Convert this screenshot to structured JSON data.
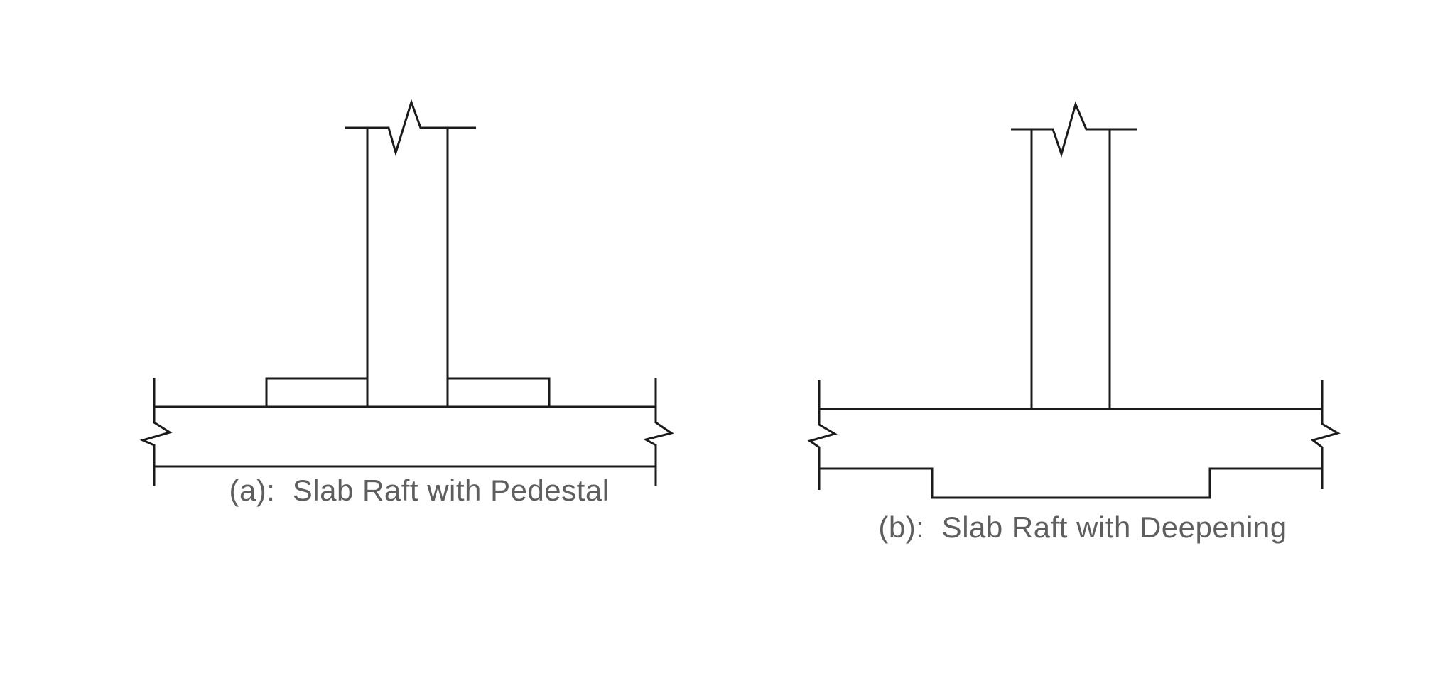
{
  "colors": {
    "background": "#ffffff",
    "line": "#1b1b1b",
    "caption_text": "#5e5e5e"
  },
  "figures": [
    {
      "label": "(a)",
      "caption": "(a):  Slab Raft with Pedestal",
      "elements": [
        "column-break-symbol",
        "column",
        "pedestal",
        "raft-slab",
        "slab-end-break-symbols"
      ]
    },
    {
      "label": "(b)",
      "caption": "(b):  Slab Raft with Deepening",
      "elements": [
        "column-break-symbol",
        "column",
        "raft-slab",
        "deepening",
        "slab-end-break-symbols"
      ]
    }
  ]
}
